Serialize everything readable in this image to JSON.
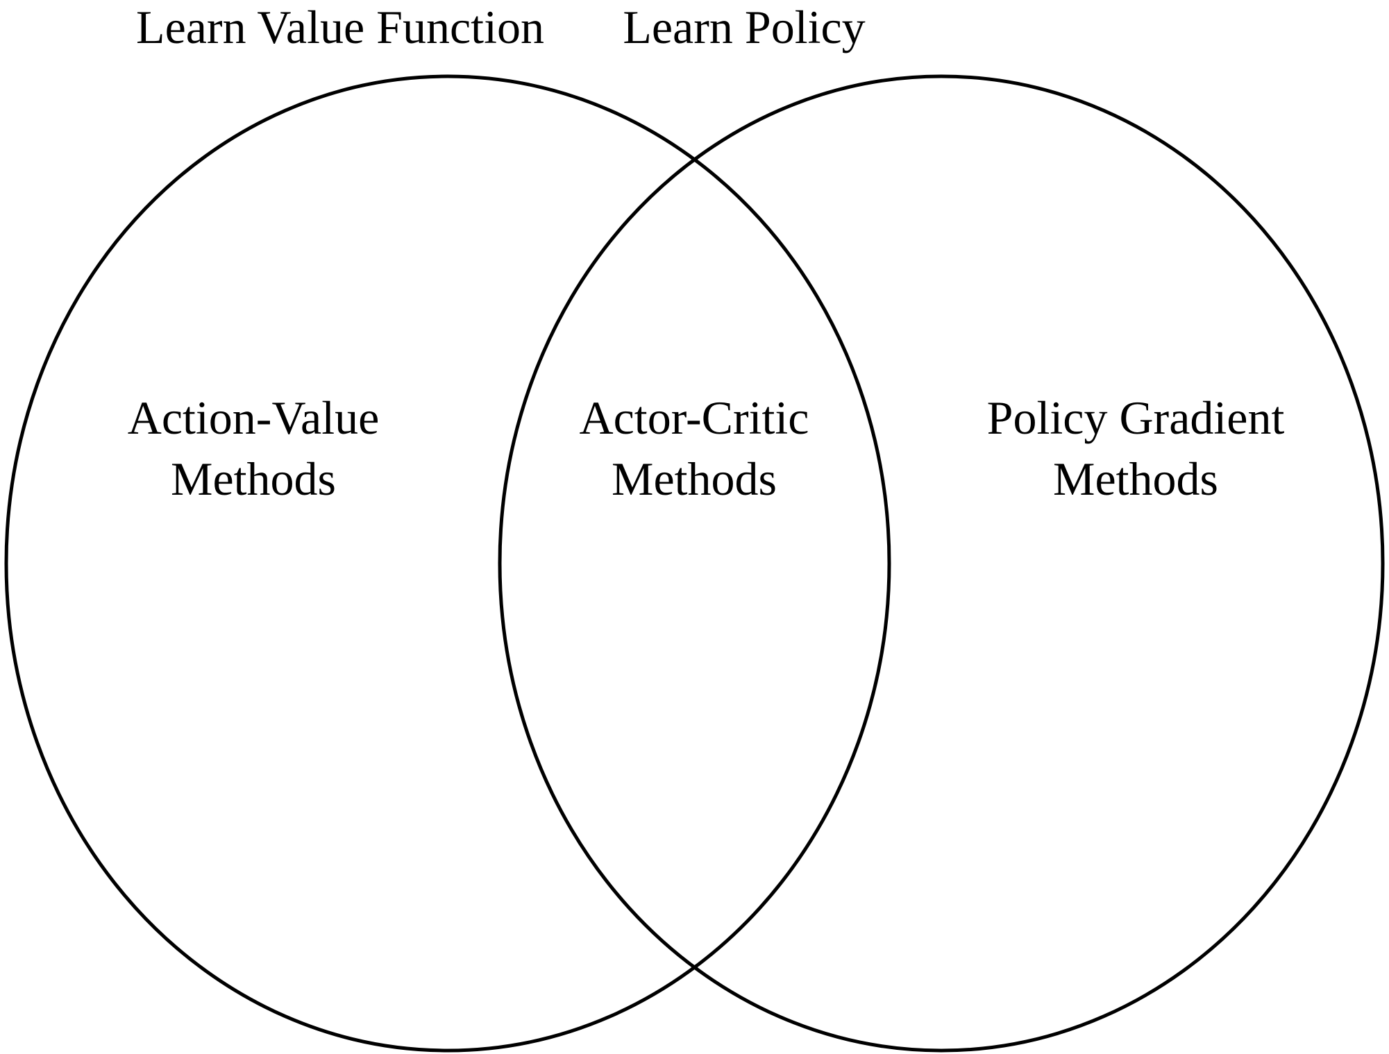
{
  "diagram": {
    "type": "venn-diagram",
    "background_color": "#ffffff",
    "stroke_color": "#000000",
    "titles": {
      "left": "Learn Value Function",
      "right": "Learn Policy"
    },
    "regions": {
      "left": {
        "line1": "Action-Value",
        "line2": "Methods"
      },
      "intersection": {
        "line1": "Actor-Critic",
        "line2": "Methods"
      },
      "right": {
        "line1": "Policy Gradient",
        "line2": "Methods"
      }
    }
  }
}
